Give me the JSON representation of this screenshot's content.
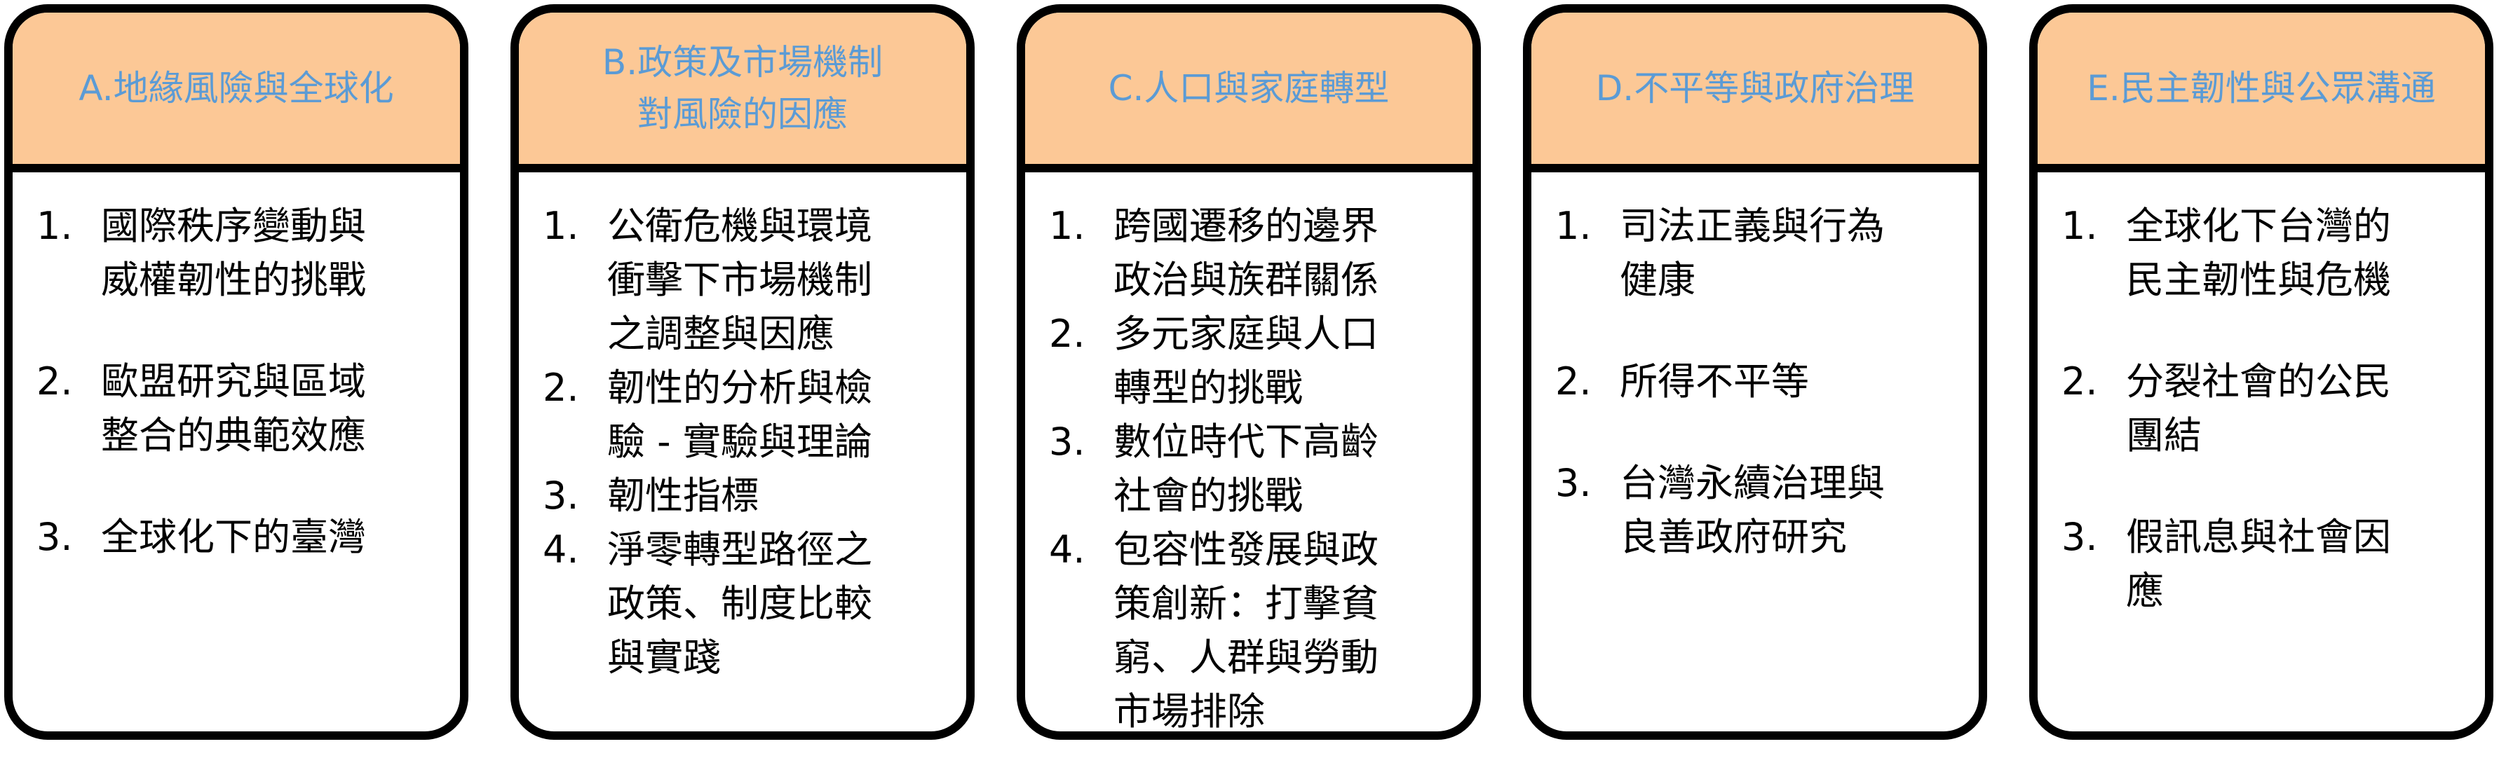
{
  "columns": [
    {
      "header": [
        "A.地緣風險與全球化"
      ],
      "items": [
        {
          "num": "1.",
          "lines": [
            "國際秩序變動與",
            "威權韌性的挑戰"
          ]
        },
        {
          "num": "2.",
          "lines": [
            "歐盟研究與區域",
            "整合的典範效應"
          ]
        },
        {
          "num": "3.",
          "lines": [
            "全球化下的臺灣"
          ]
        }
      ]
    },
    {
      "header": [
        "B.政策及市場機制",
        "對風險的因應"
      ],
      "items": [
        {
          "num": "1.",
          "lines": [
            "公衛危機與環境",
            "衝擊下市場機制",
            "之調整與因應"
          ]
        },
        {
          "num": "2.",
          "lines": [
            "韌性的分析與檢",
            "驗 - 實驗與理論"
          ]
        },
        {
          "num": "3.",
          "lines": [
            "韌性指標"
          ]
        },
        {
          "num": "4.",
          "lines": [
            "淨零轉型路徑之",
            "政策、制度比較",
            "與實踐"
          ]
        }
      ]
    },
    {
      "header": [
        "C.人口與家庭轉型"
      ],
      "items": [
        {
          "num": "1.",
          "lines": [
            "跨國遷移的邊界",
            "政治與族群關係"
          ]
        },
        {
          "num": "2.",
          "lines": [
            "多元家庭與人口",
            "轉型的挑戰"
          ]
        },
        {
          "num": "3.",
          "lines": [
            "數位時代下高齡",
            "社會的挑戰"
          ]
        },
        {
          "num": "4.",
          "lines": [
            "包容性發展與政",
            "策創新：打擊貧",
            "窮、人群與勞動",
            "市場排除"
          ]
        }
      ]
    },
    {
      "header": [
        "D.不平等與政府治理"
      ],
      "items": [
        {
          "num": "1.",
          "lines": [
            "司法正義與行為",
            "健康"
          ]
        },
        {
          "num": "2.",
          "lines": [
            "所得不平等"
          ]
        },
        {
          "num": "3.",
          "lines": [
            "台灣永續治理與",
            "良善政府研究"
          ]
        }
      ]
    },
    {
      "header": [
        "E.民主韌性與公眾溝通"
      ],
      "items": [
        {
          "num": "1.",
          "lines": [
            "全球化下台灣的",
            "民主韌性與危機"
          ]
        },
        {
          "num": "2.",
          "lines": [
            "分裂社會的公民",
            "團結"
          ]
        },
        {
          "num": "3.",
          "lines": [
            "假訊息與社會因",
            "應"
          ]
        }
      ]
    }
  ]
}
